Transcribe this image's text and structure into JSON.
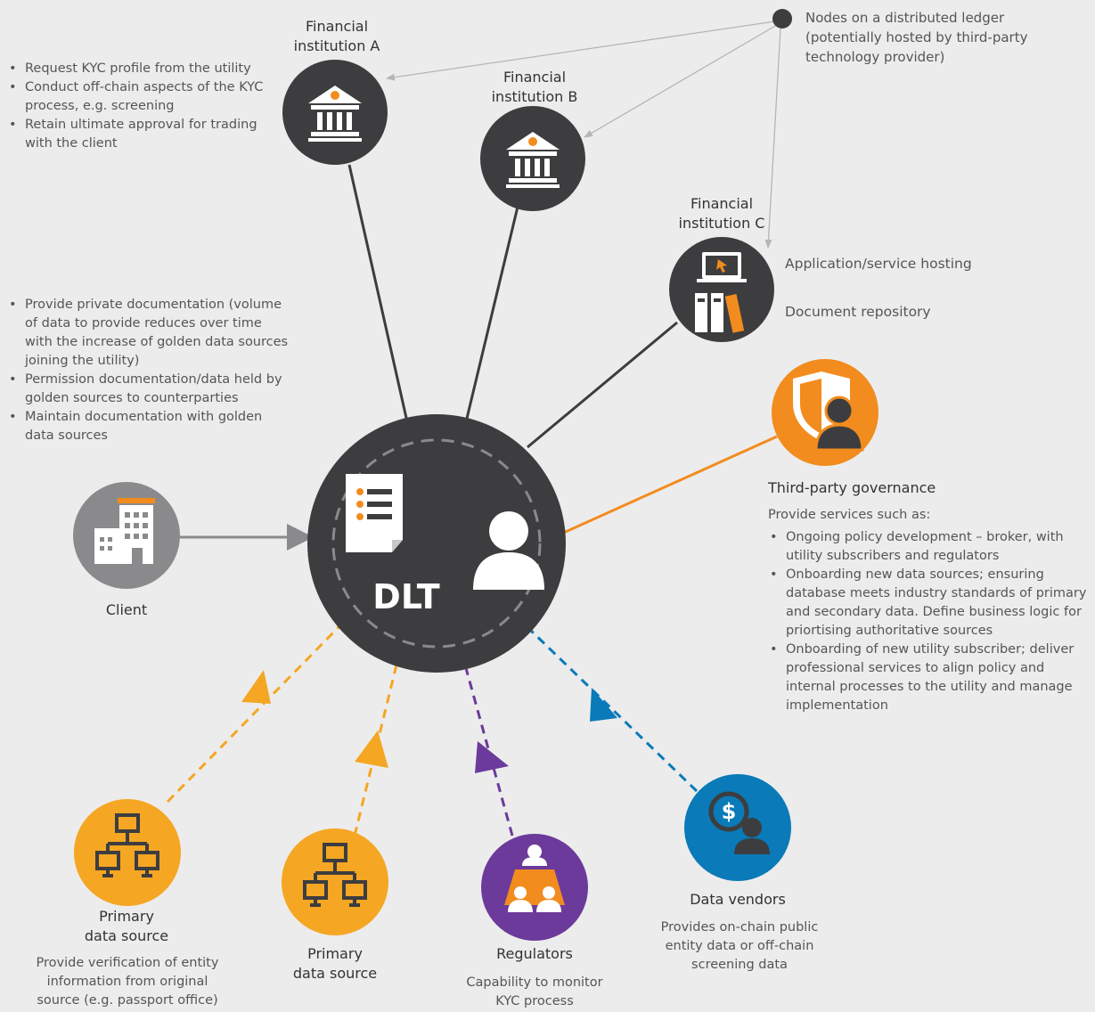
{
  "center": {
    "label": "DLT"
  },
  "ledger_node": {
    "label_line1": "Nodes on a distributed ledger",
    "label_line2": "(potentially hosted by third-party",
    "label_line3": "technology provider)"
  },
  "institutions": [
    {
      "name_line1": "Financial",
      "name_line2": "institution A"
    },
    {
      "name_line1": "Financial",
      "name_line2": "institution B"
    },
    {
      "name_line1": "Financial",
      "name_line2": "institution C"
    }
  ],
  "institution_a_bullets": [
    "Request KYC profile from the utility",
    "Conduct off-chain aspects of the KYC process, e.g. screening",
    "Retain ultimate approval for trading with the client"
  ],
  "institution_c_labels": {
    "hosting": "Application/service hosting",
    "repository": "Document repository"
  },
  "client": {
    "name": "Client",
    "bullets": [
      "Provide private documentation (volume of data to provide reduces over time with the increase of golden data sources joining the utility)",
      "Permission documentation/data held by golden sources to counterparties",
      "Maintain documentation with golden data sources"
    ]
  },
  "governance": {
    "name": "Third-party governance",
    "intro": "Provide services such as:",
    "bullets": [
      "Ongoing policy development – broker, with utility subscribers and regulators",
      "Onboarding new data sources; ensuring database meets industry standards of primary and secondary data. Define business logic for priortising authoritative sources",
      "Onboarding of new utility subscriber; deliver professional services to align policy and internal processes to the utility and manage implementation"
    ]
  },
  "primary_source_1": {
    "name_line1": "Primary",
    "name_line2": "data source",
    "desc_line1": "Provide verification of entity",
    "desc_line2": "information from original",
    "desc_line3": "source (e.g. passport office)"
  },
  "primary_source_2": {
    "name_line1": "Primary",
    "name_line2": "data source"
  },
  "regulators": {
    "name": "Regulators",
    "desc_line1": "Capability to monitor",
    "desc_line2": "KYC process"
  },
  "data_vendors": {
    "name": "Data vendors",
    "desc_line1": "Provides on-chain public",
    "desc_line2": "entity data or off-chain",
    "desc_line3": "screening data"
  },
  "colors": {
    "dark": "#3d3d3f",
    "orange": "#f28c1e",
    "amber": "#f5a623",
    "purple": "#6b3a9a",
    "blue": "#0a7ab8",
    "grey": "#8a8a8c",
    "background": "#ececec"
  },
  "icons": {
    "institution_a": "bank-icon",
    "institution_b": "bank-icon",
    "institution_c": "server-computer-icon",
    "client": "office-building-icon",
    "governance": "shield-person-icon",
    "primary_source": "network-computers-icon",
    "regulators": "meeting-table-icon",
    "data_vendors": "dollar-person-icon",
    "dlt_document": "document-list-icon",
    "dlt_person": "person-icon"
  }
}
